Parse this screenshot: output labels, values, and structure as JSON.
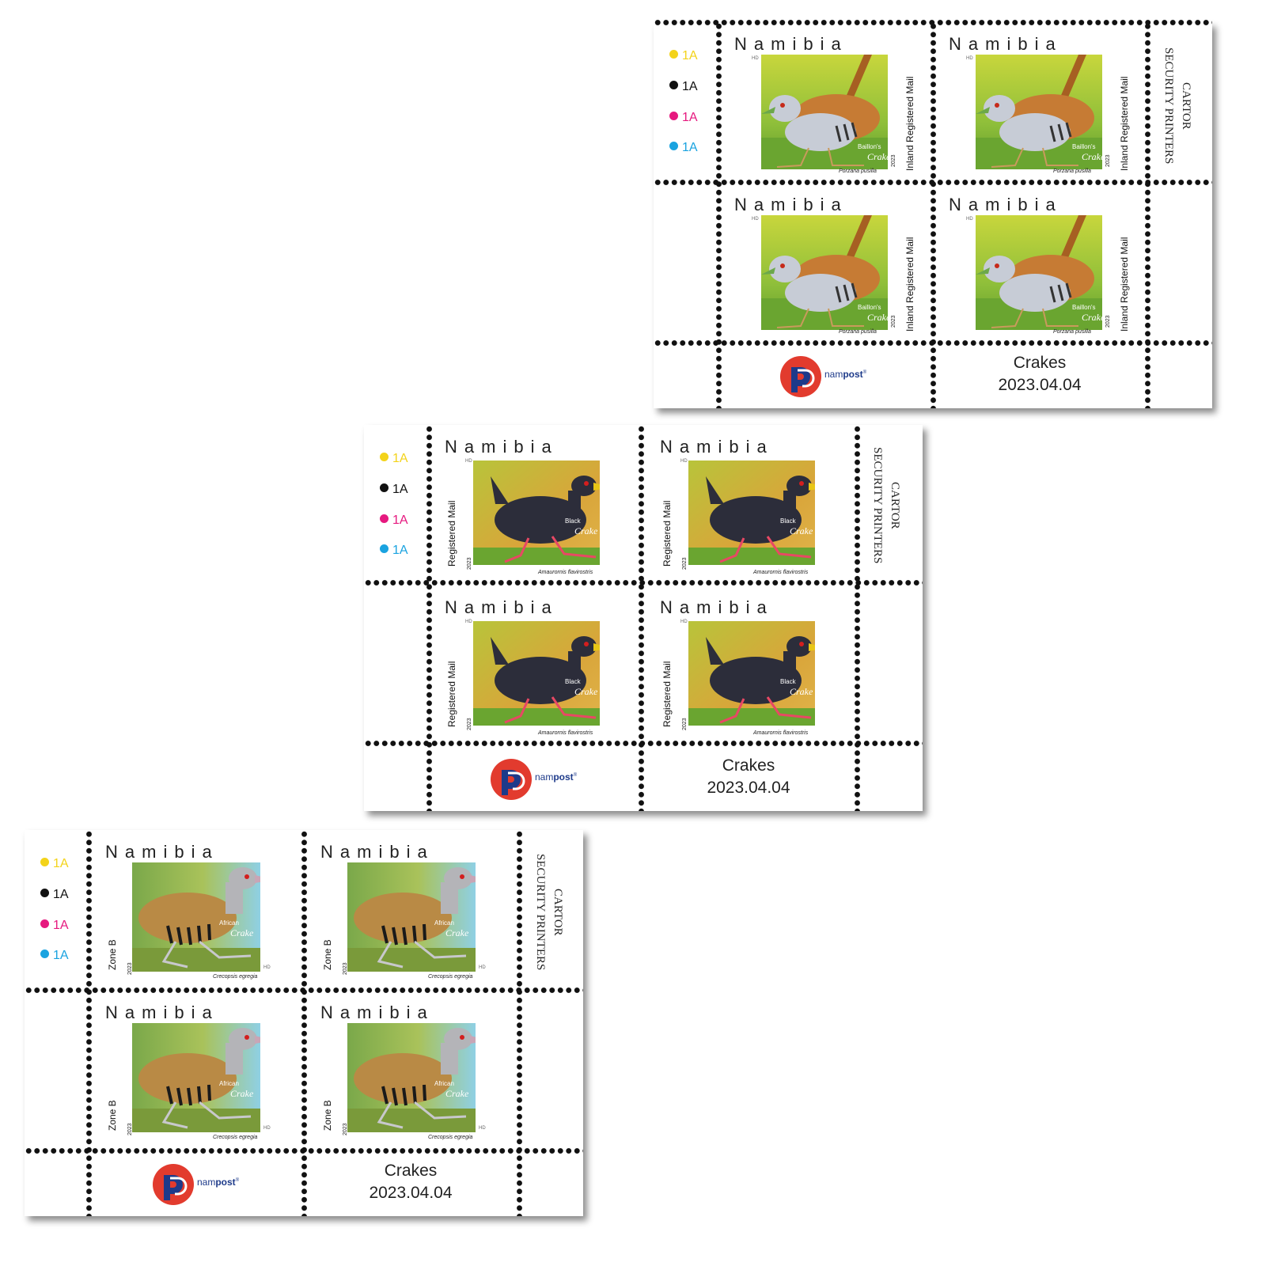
{
  "colors": {
    "yellow": "#f3d31a",
    "black": "#111111",
    "magenta": "#e6197f",
    "cyan": "#1aa3e0",
    "nampost_red": "#e23b2e",
    "nampost_blue": "#1d3a8a"
  },
  "common": {
    "country": "Namibia",
    "hd": "HD",
    "year": "2023",
    "color_codes": [
      "1A",
      "1A",
      "1A",
      "1A"
    ],
    "printer_line1": "CARTOR",
    "printer_line2": "SECURITY PRINTERS",
    "brand_prefix": "nam",
    "brand_bold": "post",
    "brand_mark": "®",
    "issue_title": "Crakes",
    "issue_date": "2023.04.04"
  },
  "sheets": [
    {
      "bird": "baillons",
      "value_text": "Inland Registered Mail",
      "name_line1": "Baillon's",
      "name_line2": "Crake",
      "scientific": "Porzana pusilla",
      "icons": [
        "baillons-crake-illustration"
      ]
    },
    {
      "bird": "black",
      "value_text": "Registered Mail",
      "name_line1": "Black",
      "name_line2": "Crake",
      "scientific": "Amaurornis flavirostris",
      "icons": [
        "black-crake-illustration"
      ]
    },
    {
      "bird": "african",
      "value_text": "Zone B",
      "name_line1": "African",
      "name_line2": "Crake",
      "scientific": "Crecopsis egregia",
      "icons": [
        "african-crake-illustration"
      ]
    }
  ]
}
